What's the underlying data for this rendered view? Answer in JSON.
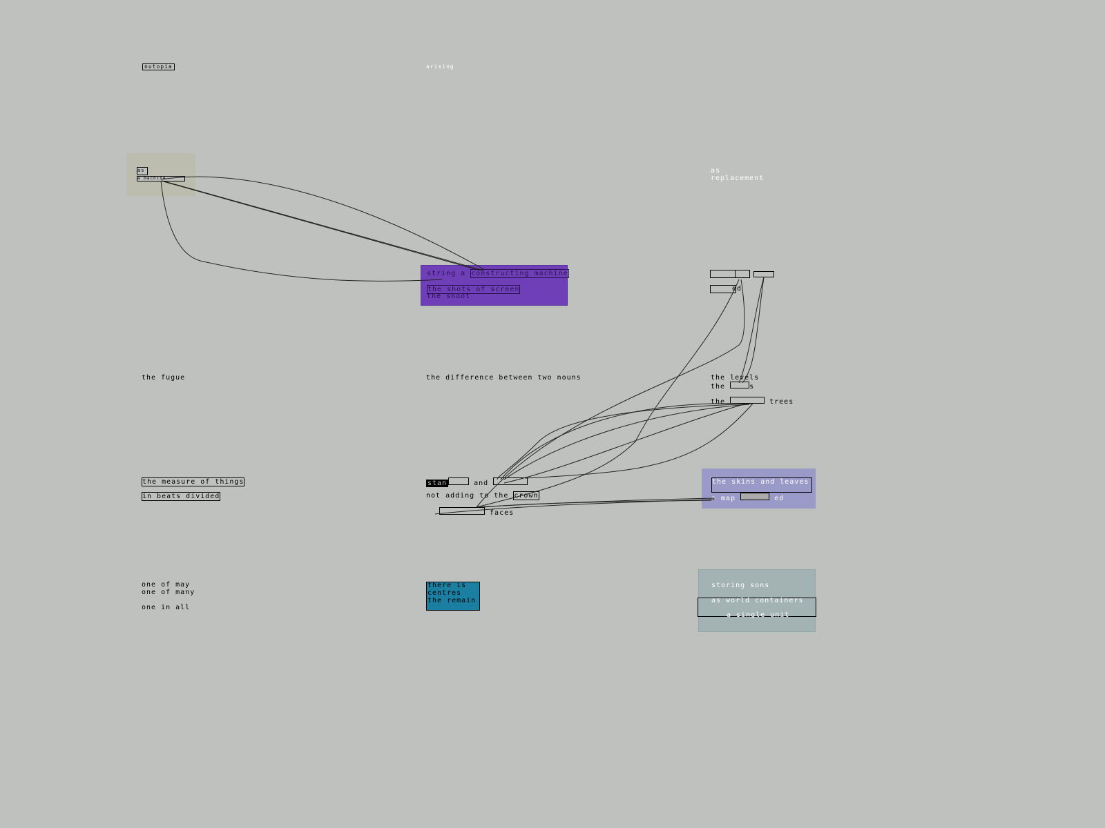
{
  "labels": {
    "top_left": "nutopia",
    "top_mid": "arising",
    "tan_small": "as",
    "tan_object": "a machine",
    "as_replacement": [
      "as",
      "replacement"
    ],
    "fugue": "the fugue",
    "difference": "the difference between two nouns",
    "levels": [
      "the levels",
      "the",
      "s",
      "the",
      "trees"
    ],
    "measure": [
      "the measure of things",
      "in beats divided"
    ],
    "standing": [
      "stan",
      "and",
      "not adding to the",
      "crown",
      "faces"
    ],
    "one": [
      "one of may",
      "one of many",
      "one in all"
    ],
    "teal_text": [
      "there is",
      "centres",
      "the remain"
    ],
    "purple": [
      "string a",
      "constructing machine",
      "the shots of screen",
      "the shoot"
    ],
    "skins": [
      "the skins and leaves",
      "a map",
      "ed"
    ],
    "storing": [
      "storing sons",
      "as world containers",
      "a single unit"
    ],
    "replaced_suffix": "ed"
  },
  "colors": {
    "background": "#bfc1bf",
    "tan_canvas": "#bdbdaf",
    "purple_canvas": "#6f3fb8",
    "lavender_canvas": "#9a9ac8",
    "teal_canvas": "#a3b2b2",
    "teal_text_bg": "#1a7fa0"
  }
}
